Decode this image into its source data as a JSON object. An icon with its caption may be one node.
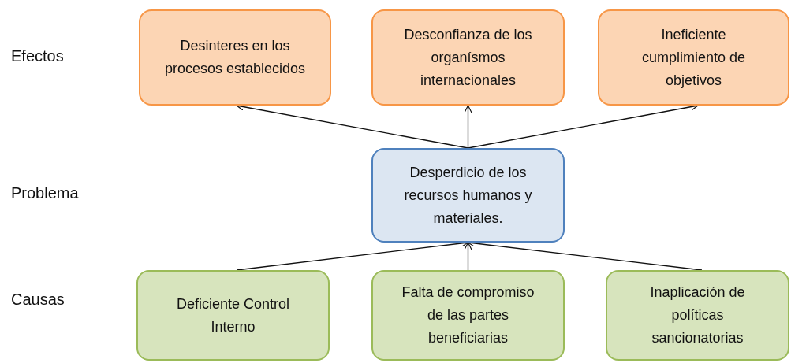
{
  "diagram": {
    "nodes": [
      {
        "text": [
          "Desinteres en los procesos establecidos"
        ]
      },
      {
        "text": [
          "Desconfianza de los organísmos internacionales"
        ]
      },
      {
        "text": [
          "Ineficiente cumplimiento de objetivos"
        ]
      },
      {
        "text": [
          "Desperdicio de los recursos humanos y materiales."
        ]
      },
      {
        "text": [
          "Deficiente Control Interno"
        ]
      },
      {
        "text": [
          "Falta de compromiso de las partes beneficiarias"
        ]
      },
      {
        "text": [
          "Inaplicación de políticas sancionatorias"
        ]
      }
    ],
    "edges": [
      {
        "from": 3,
        "to": 0,
        "arrow": "to"
      },
      {
        "from": 3,
        "to": 1,
        "arrow": "to"
      },
      {
        "from": 3,
        "to": 2,
        "arrow": "to"
      },
      {
        "from": 4,
        "to": 3,
        "arrow": "to"
      },
      {
        "from": 5,
        "to": 3,
        "arrow": "to"
      },
      {
        "from": 6,
        "to": 3,
        "arrow": "to"
      }
    ],
    "labels": [
      "Efectos",
      "Problema",
      "Causas"
    ]
  }
}
